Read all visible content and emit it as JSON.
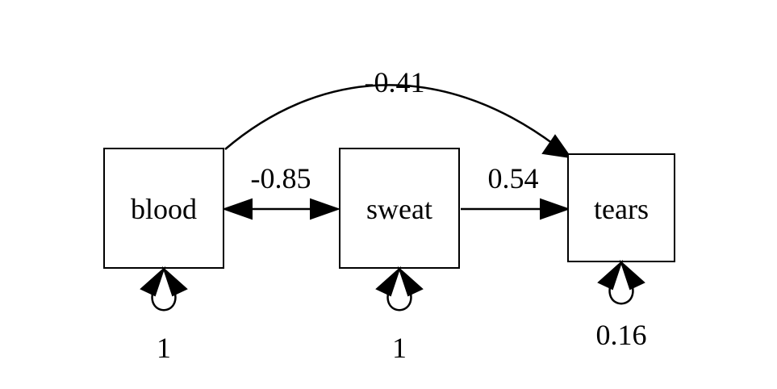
{
  "nodes": {
    "blood": {
      "label": "blood",
      "variance": "1"
    },
    "sweat": {
      "label": "sweat",
      "variance": "1"
    },
    "tears": {
      "label": "tears",
      "variance": "0.16"
    }
  },
  "paths": {
    "blood_sweat": {
      "label": "-0.85",
      "type": "covariance"
    },
    "sweat_tears": {
      "label": "0.54",
      "type": "regression"
    },
    "blood_tears": {
      "label": "-0.41",
      "type": "regression"
    }
  },
  "colors": {
    "stroke": "#000000",
    "background": "#ffffff"
  }
}
